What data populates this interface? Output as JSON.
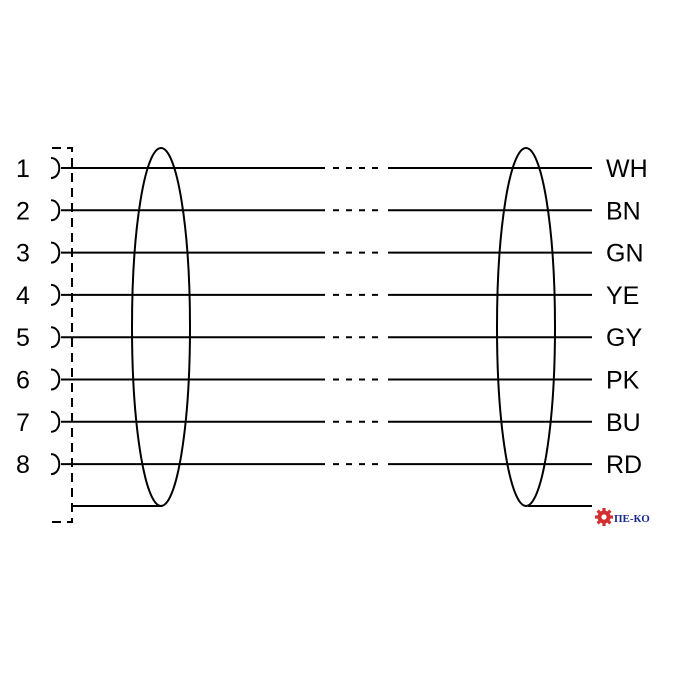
{
  "diagram": {
    "pins": [
      {
        "number": "1",
        "color": "WH"
      },
      {
        "number": "2",
        "color": "BN"
      },
      {
        "number": "3",
        "color": "GN"
      },
      {
        "number": "4",
        "color": "YE"
      },
      {
        "number": "5",
        "color": "GY"
      },
      {
        "number": "6",
        "color": "PK"
      },
      {
        "number": "7",
        "color": "BU"
      },
      {
        "number": "8",
        "color": "RD"
      }
    ],
    "logo": {
      "text": "ПЕ-КО",
      "gear_color": "#d32f2f",
      "text_color": "#1a2a8c"
    }
  }
}
